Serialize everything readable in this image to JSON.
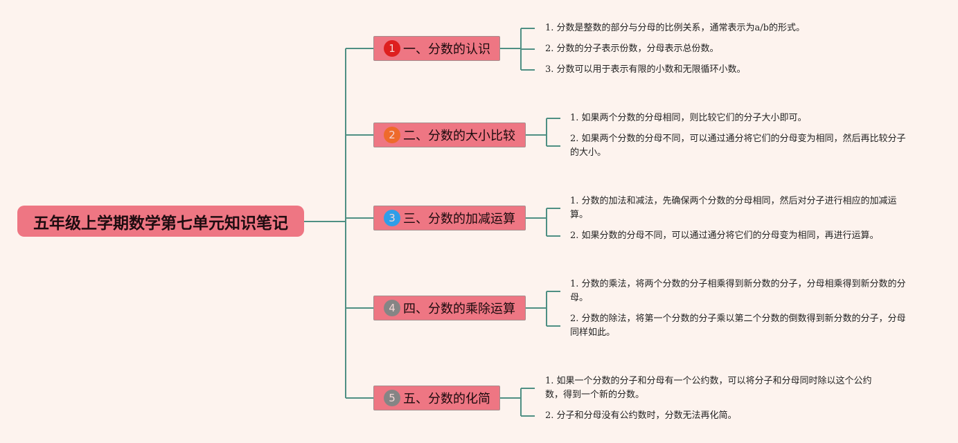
{
  "title": "五年级上学期数学第七单元知识笔记",
  "colors": {
    "background": "#fdf3ee",
    "node_fill": "#ee7683",
    "connector": "#4e8f83",
    "badge_1": "#de1f1f",
    "badge_2": "#ee6a2b",
    "badge_3": "#2f9ee8",
    "badge_4": "#858585",
    "badge_5": "#858585"
  },
  "topics": [
    {
      "number": "1",
      "label": "一、分数的认识",
      "notes": [
        "1. 分数是整数的部分与分母的比例关系，通常表示为a/b的形式。",
        "2. 分数的分子表示份数，分母表示总份数。",
        "3. 分数可以用于表示有限的小数和无限循环小数。"
      ]
    },
    {
      "number": "2",
      "label": "二、分数的大小比较",
      "notes": [
        "1. 如果两个分数的分母相同，则比较它们的分子大小即可。",
        "2. 如果两个分数的分母不同，可以通过通分将它们的分母变为相同，然后再比较分子的大小。"
      ]
    },
    {
      "number": "3",
      "label": "三、分数的加减运算",
      "notes": [
        "1. 分数的加法和减法，先确保两个分数的分母相同，然后对分子进行相应的加减运算。",
        "2. 如果分数的分母不同，可以通过通分将它们的分母变为相同，再进行运算。"
      ]
    },
    {
      "number": "4",
      "label": "四、分数的乘除运算",
      "notes": [
        "1. 分数的乘法，将两个分数的分子相乘得到新分数的分子，分母相乘得到新分数的分母。",
        "2. 分数的除法，将第一个分数的分子乘以第二个分数的倒数得到新分数的分子，分母同样如此。"
      ]
    },
    {
      "number": "5",
      "label": "五、分数的化简",
      "notes": [
        "1. 如果一个分数的分子和分母有一个公约数，可以将分子和分母同时除以这个公约数，得到一个新的分数。",
        "2. 分子和分母没有公约数时，分数无法再化简。"
      ]
    }
  ]
}
